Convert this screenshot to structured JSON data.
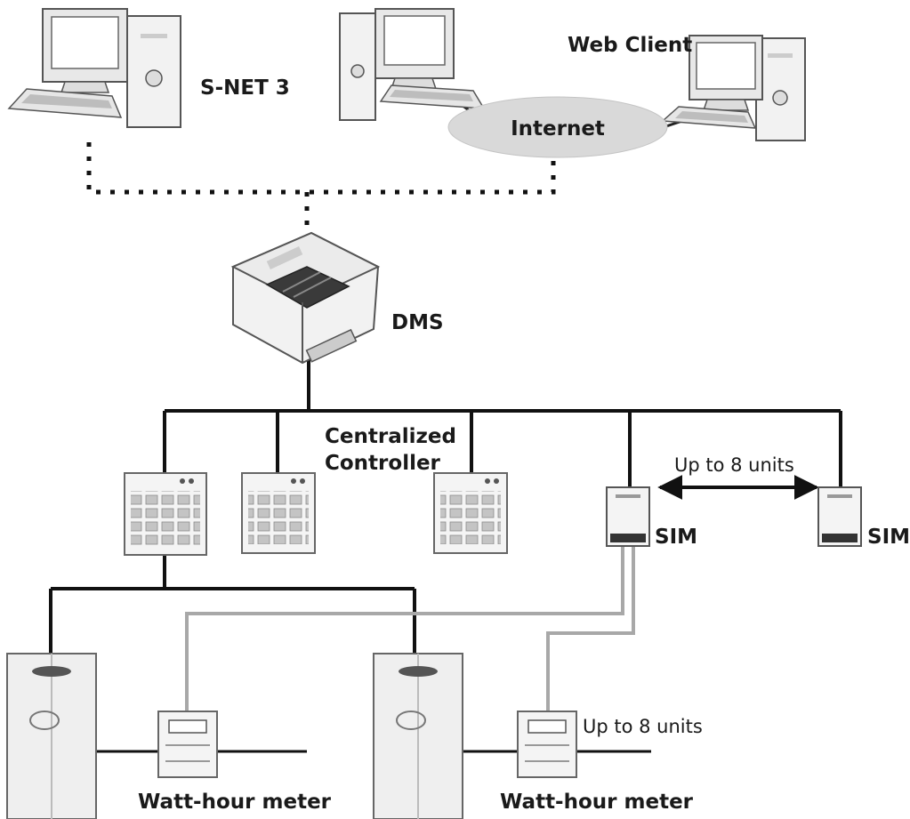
{
  "labels": {
    "snet": "S-NET 3",
    "web_client": "Web Client",
    "internet": "Internet",
    "dms": "DMS",
    "centralized_line1": "Centralized",
    "centralized_line2": "Controller",
    "up_to_8_sim": "Up to 8 units",
    "sim_1": "SIM",
    "sim_2": "SIM",
    "up_to_8_meter": "Up to 8 units",
    "watt_meter_1": "Watt-hour meter",
    "watt_meter_2": "Watt-hour meter"
  },
  "colors": {
    "line": "#111111",
    "gray_line": "#a8a8a8",
    "internet_fill": "#d9d9d9",
    "device_fill": "#f2f2f2",
    "device_stroke": "#555555"
  }
}
